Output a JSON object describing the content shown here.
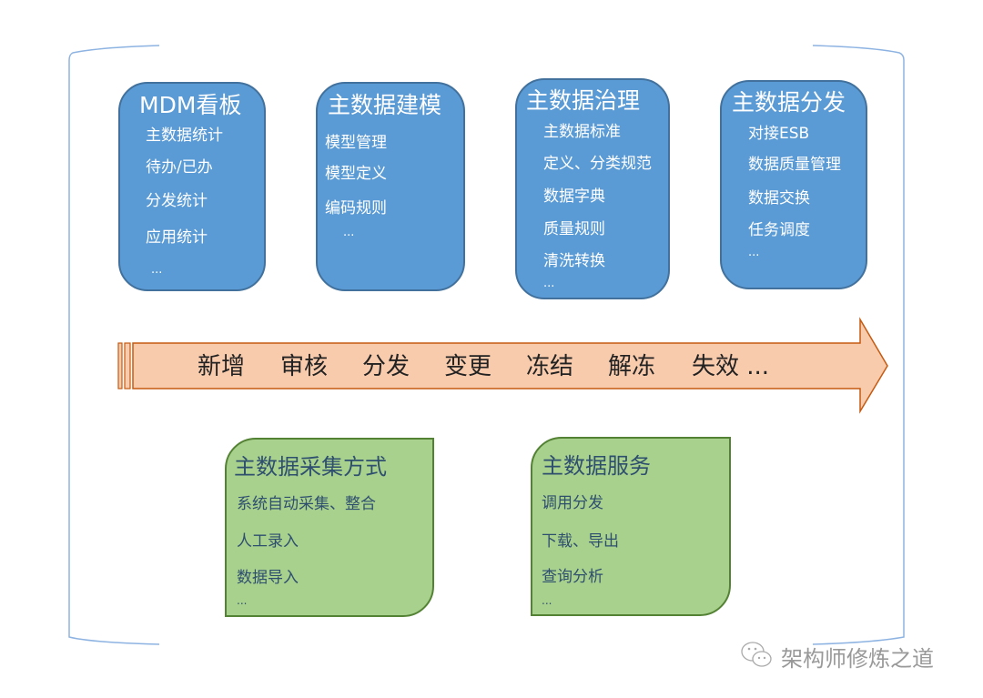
{
  "top_boxes": [
    {
      "title": "MDM看板",
      "items": [
        "主数据统计",
        "待办/已办",
        "分发统计",
        "应用统计",
        "..."
      ]
    },
    {
      "title": "主数据建模",
      "items": [
        "模型管理",
        "模型定义",
        "编码规则",
        "..."
      ]
    },
    {
      "title": "主数据治理",
      "items": [
        "主数据标准",
        "定义、分类规范",
        "数据字典",
        "质量规则",
        "清洗转换",
        "..."
      ]
    },
    {
      "title": "主数据分发",
      "items": [
        "对接ESB",
        "数据质量管理",
        "数据交换",
        "任务调度",
        "..."
      ]
    }
  ],
  "lifecycle": [
    "新增",
    "审核",
    "分发",
    "变更",
    "冻结",
    "解冻",
    "失效 ..."
  ],
  "bottom_boxes": [
    {
      "title": "主数据采集方式",
      "items": [
        "系统自动采集、整合",
        "人工录入",
        "数据导入",
        "..."
      ]
    },
    {
      "title": "主数据服务",
      "items": [
        "调用分发",
        "下载、导出",
        "查询分析",
        "..."
      ]
    }
  ],
  "watermark": "架构师修炼之道",
  "colors": {
    "blue": "#5b9bd5",
    "green": "#a9d18e",
    "arrow": "#f8cbad",
    "arrow_border": "#c55a11"
  }
}
